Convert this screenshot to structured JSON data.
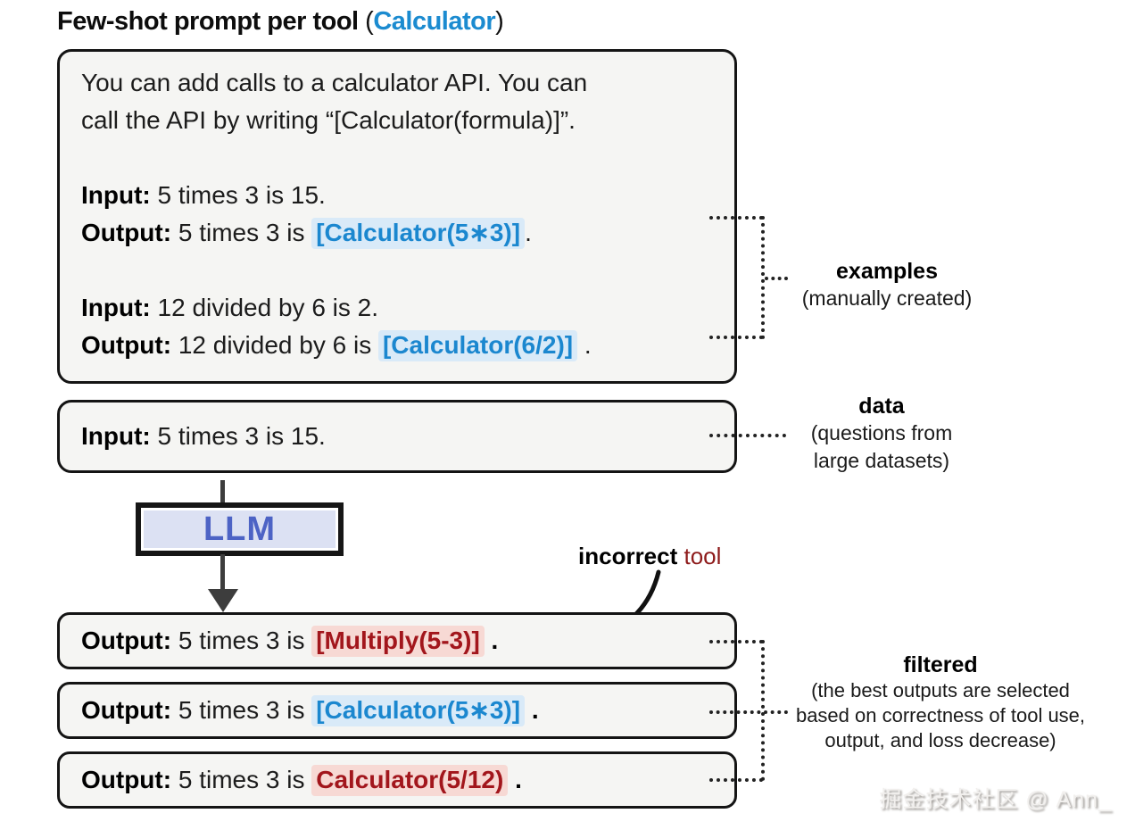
{
  "title": {
    "main": "Few-shot prompt per tool",
    "paren_open": " (",
    "tool_name": "Calculator",
    "paren_close": ")"
  },
  "colors": {
    "accent_blue": "#1b8bd0",
    "blue_highlight_bg": "#d9eaf8",
    "accent_red": "#a2161c",
    "red_highlight_bg": "#f7d9d4",
    "box_bg": "#f5f5f3",
    "llm_fill": "#dce1f3",
    "llm_text": "#4d63c5"
  },
  "prompt_box": {
    "instruction_lines": [
      "You can add calls to a calculator API. You can",
      "call the API by writing “[Calculator(formula)]”."
    ],
    "examples": [
      {
        "input_label": "Input:",
        "input_text": " 5 times 3 is 15.",
        "output_label": "Output:",
        "output_prefix": " 5 times 3 is ",
        "tool_call": "[Calculator(5∗3)]",
        "suffix": "."
      },
      {
        "input_label": "Input:",
        "input_text": " 12 divided by 6 is 2.",
        "output_label": "Output:",
        "output_prefix": " 12 divided by 6 is ",
        "tool_call": "[Calculator(6/2)]",
        "suffix": " ."
      }
    ]
  },
  "data_box": {
    "label": "Input:",
    "text": " 5 times 3 is 15."
  },
  "llm_box": {
    "label": "LLM"
  },
  "output_boxes": [
    {
      "label": "Output:",
      "prefix": " 5 times 3 is ",
      "tool_call": "[Multiply(5-3)]",
      "suffix": " ."
    },
    {
      "label": "Output:",
      "prefix": " 5 times 3 is ",
      "tool_call": "[Calculator(5∗3)]",
      "suffix": " ."
    },
    {
      "label": "Output:",
      "prefix": " 5 times 3 is ",
      "tool_call": "Calculator(5/12)",
      "suffix": " ."
    }
  ],
  "annotations": {
    "examples": {
      "title": "examples",
      "subtitle": "(manually created)"
    },
    "data": {
      "title": "data",
      "subtitle_line1": "(questions from",
      "subtitle_line2": "large datasets)"
    },
    "incorrect": {
      "bold_word": "incorrect",
      "red_word": " tool"
    },
    "filtered": {
      "title": "filtered",
      "subtitle_line1": "(the best outputs are selected",
      "subtitle_line2": "based on correctness of tool use,",
      "subtitle_line3": "output, and loss decrease)"
    }
  },
  "watermark": "掘金技术社区 @ Ann_"
}
